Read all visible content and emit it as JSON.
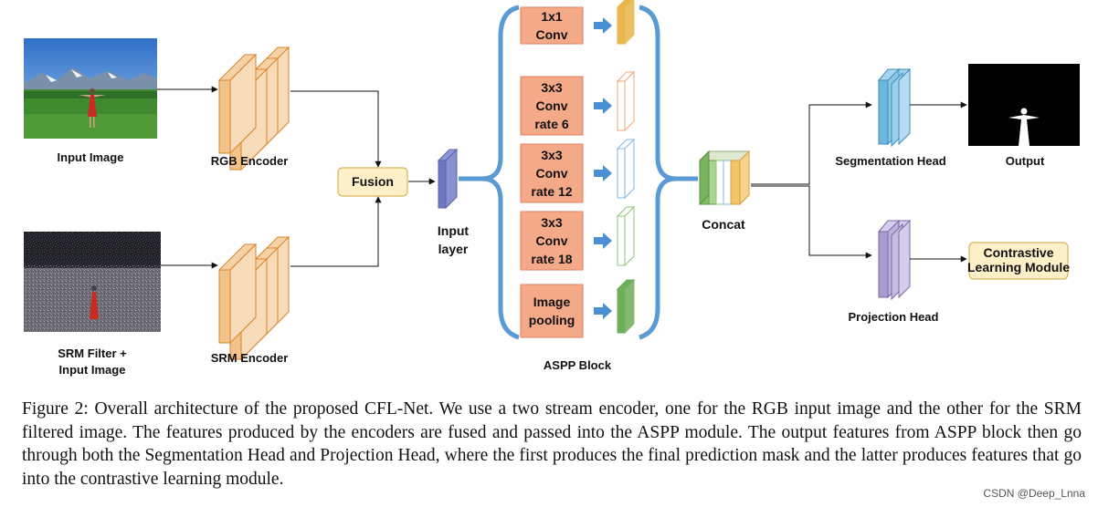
{
  "labels": {
    "input_image": "Input Image",
    "rgb_encoder": "RGB Encoder",
    "srm_input_line1": "SRM Filter +",
    "srm_input_line2": "Input Image",
    "srm_encoder": "SRM Encoder",
    "fusion": "Fusion",
    "input_layer_line1": "Input",
    "input_layer_line2": "layer",
    "aspp_block": "ASPP Block",
    "concat": "Concat",
    "segmentation_head": "Segmentation Head",
    "output": "Output",
    "projection_head": "Projection Head",
    "contrastive_line1": "Contrastive",
    "contrastive_line2": "Learning Module"
  },
  "aspp_branches": [
    {
      "lines": [
        "1x1",
        "Conv"
      ],
      "color": "#e8b64a"
    },
    {
      "lines": [
        "3x3",
        "Conv",
        "rate 6"
      ],
      "color": "#f0a877"
    },
    {
      "lines": [
        "3x3",
        "Conv",
        "rate 12"
      ],
      "color": "#7fb8e6"
    },
    {
      "lines": [
        "3x3",
        "Conv",
        "rate 18"
      ],
      "color": "#8cc97a"
    },
    {
      "lines": [
        "Image",
        "pooling"
      ],
      "color": "#6fae5a"
    }
  ],
  "caption": "Figure 2: Overall architecture of the proposed CFL-Net. We use a two stream encoder, one for the RGB input image and the other for the SRM filtered image. The features produced by the encoders are fused and passed into the ASPP module. The output features from ASPP block then go through both the Segmentation Head and Projection Head, where the first produces the final prediction mask and the latter produces features that go into the contrastive learning module.",
  "watermark": "CSDN @Deep_Lnna"
}
